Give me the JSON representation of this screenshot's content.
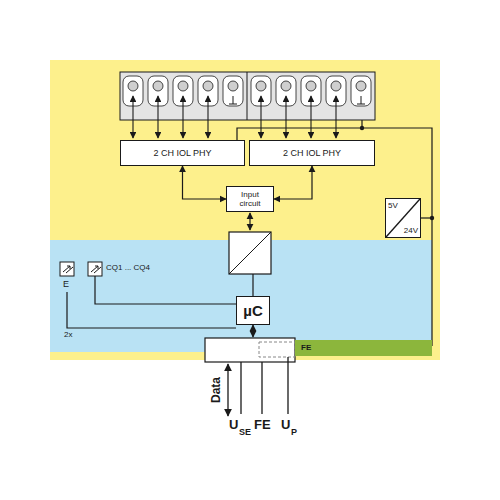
{
  "diagram": {
    "nodes": [
      {
        "text": [
          "2 CH IOL PHY"
        ]
      },
      {
        "text": [
          "2 CH IOL PHY"
        ]
      },
      {
        "text": [
          "Input circuit"
        ]
      },
      {
        "text": [
          "µC"
        ]
      },
      {
        "text": [
          "5V",
          "24V"
        ]
      },
      {
        "text": [
          "FE"
        ]
      }
    ],
    "edges": [
      {
        "from": 0,
        "to": 2,
        "arrow": "both"
      },
      {
        "from": 1,
        "to": 2,
        "arrow": "both"
      }
    ],
    "labels": [
      "E",
      "CQ1 ... CQ4",
      "2x",
      "Data",
      "U",
      "SE",
      "FE",
      "U",
      "P"
    ]
  }
}
